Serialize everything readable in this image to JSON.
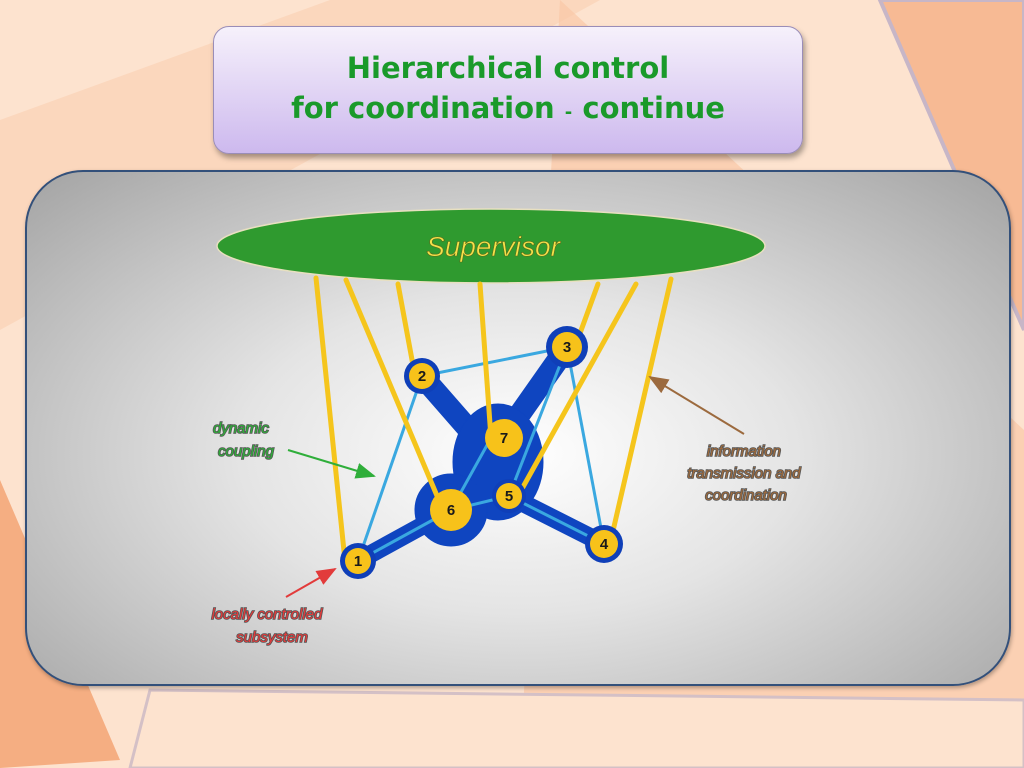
{
  "slide": {
    "title_line1": "Hierarchical control",
    "title_line2_main": "for coordination",
    "title_line2_sep": "-",
    "title_line2_end": "continue"
  },
  "diagram": {
    "supervisor": "Supervisor",
    "nodes": [
      {
        "id": "1",
        "label": "1"
      },
      {
        "id": "2",
        "label": "2"
      },
      {
        "id": "3",
        "label": "3"
      },
      {
        "id": "4",
        "label": "4"
      },
      {
        "id": "5",
        "label": "5"
      },
      {
        "id": "6",
        "label": "6"
      },
      {
        "id": "7",
        "label": "7"
      }
    ],
    "annotations": {
      "dynamic_coupling": [
        "dynamic",
        "coupling"
      ],
      "information": [
        "information",
        "transmission and",
        "coordination"
      ],
      "local": [
        "locally controlled",
        "subsystem"
      ]
    },
    "colors": {
      "supervisor_fill": "#2f9a2f",
      "supervisor_text": "#f4e14a",
      "node_fill": "#f7c21a",
      "node_ring": "#0f3fb8",
      "hub": "#0f45c0",
      "link_yellow": "#f5c51c",
      "link_blue": "#3aa8e0",
      "green_label": "#2fae3a",
      "brown_label": "#9c6a3e",
      "red_label": "#e23b3b"
    }
  }
}
